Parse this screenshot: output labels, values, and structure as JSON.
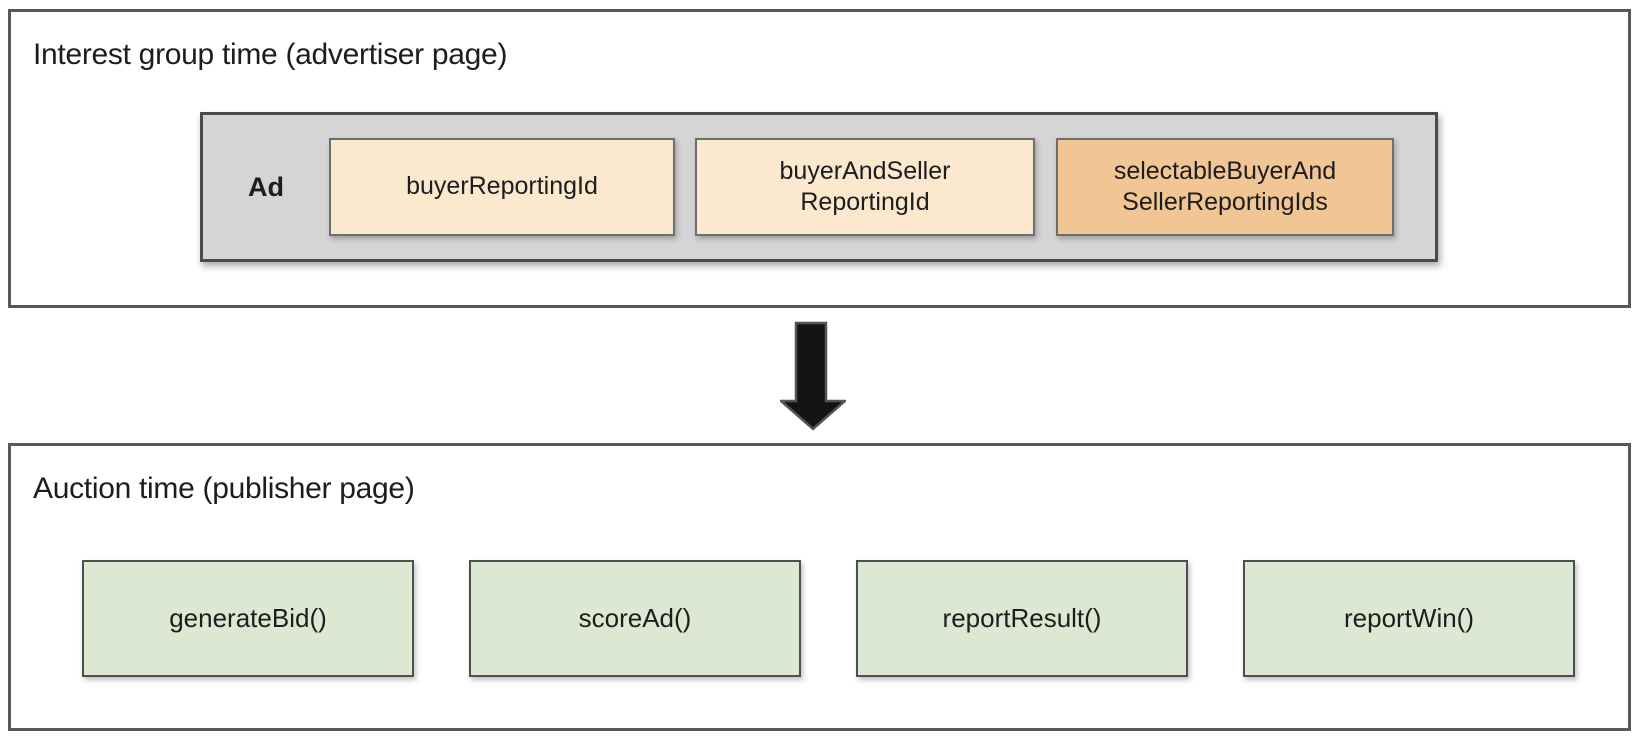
{
  "colors": {
    "outer_border": "#58595b",
    "ad_container_bg": "#d5d5d5",
    "ad_container_border": "#4a4a4a",
    "id_box_bg": "#fbe9cf",
    "id_box_highlight_bg": "#f2c694",
    "id_box_border": "#6e6e6e",
    "fn_box_bg": "#dde8d2",
    "fn_box_border": "#4f4f4f",
    "arrow_fill": "#141414",
    "text": "#1d1d1f"
  },
  "interest_group": {
    "title": "Interest group time (advertiser page)",
    "ad_label": "Ad",
    "id_boxes": [
      {
        "line1": "buyerReportingId",
        "line2": ""
      },
      {
        "line1": "buyerAndSeller",
        "line2": "ReportingId"
      },
      {
        "line1": "selectableBuyerAnd",
        "line2": "SellerReportingIds"
      }
    ]
  },
  "auction": {
    "title": "Auction time (publisher page)",
    "function_boxes": [
      {
        "label": "generateBid()"
      },
      {
        "label": "scoreAd()"
      },
      {
        "label": "reportResult()"
      },
      {
        "label": "reportWin()"
      }
    ]
  }
}
